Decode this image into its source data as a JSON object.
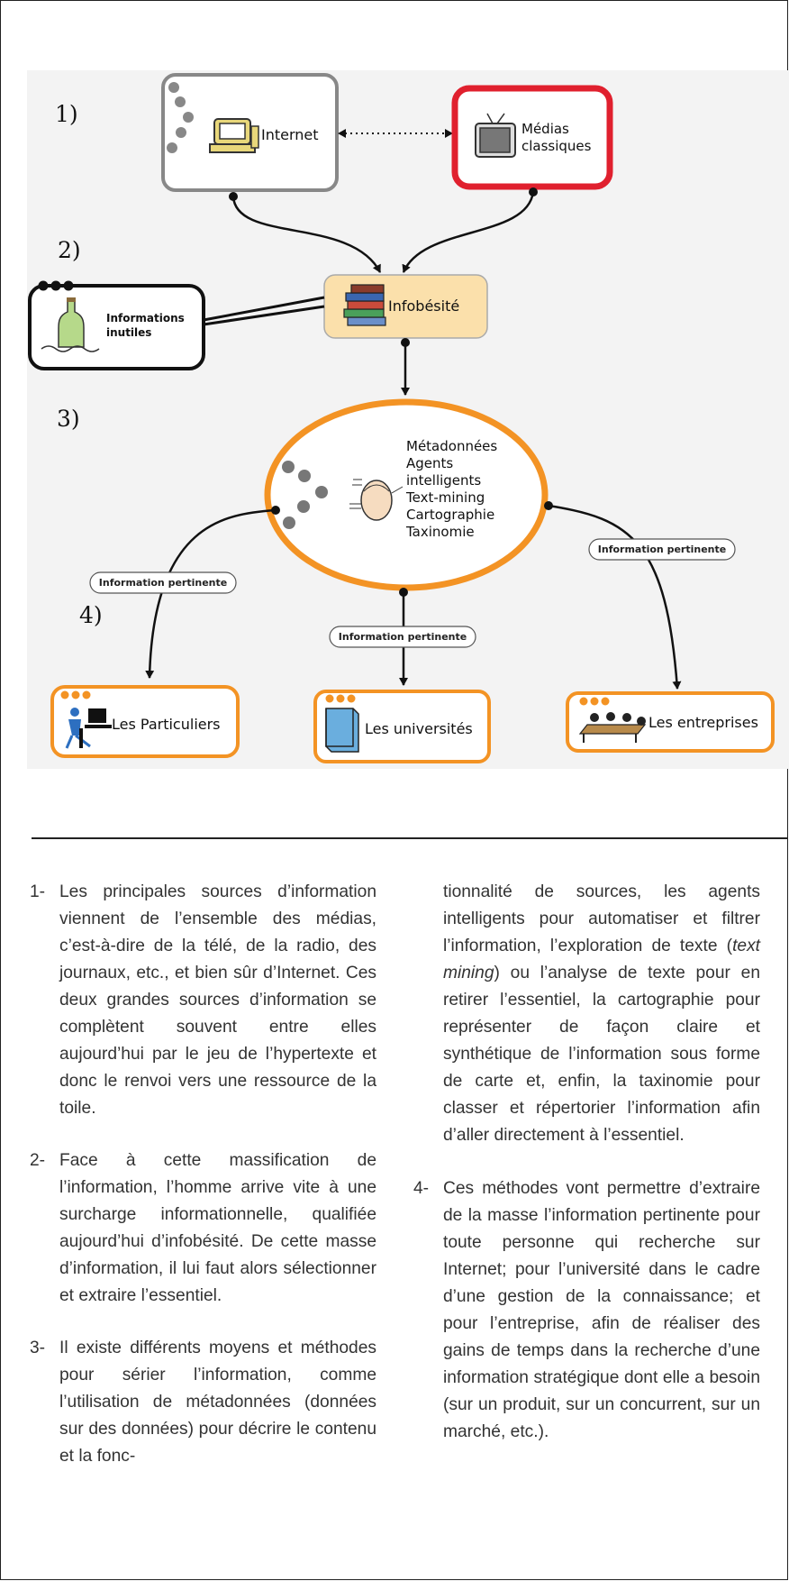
{
  "diagram": {
    "steps": [
      "1)",
      "2)",
      "3)",
      "4)"
    ],
    "nodes": {
      "internet": "Internet",
      "medias_line1": "Médias",
      "medias_line2": "classiques",
      "infobesite": "Infobésité",
      "inutiles_line1": "Informations",
      "inutiles_line2": "inutiles",
      "methods": [
        "Métadonnées",
        "Agents",
        "intelligents",
        "Text-mining",
        "Cartographie",
        "Taxinomie"
      ],
      "particuliers": "Les Particuliers",
      "universites": "Les universités",
      "entreprises": "Les entreprises"
    },
    "pills": [
      "Information pertinente",
      "Information pertinente",
      "Information pertinente"
    ],
    "colors": {
      "orange": "#f39324",
      "red": "#e0202e",
      "grey_border": "#888888",
      "infobesite_fill": "#fbe0ab"
    }
  },
  "text": {
    "item1_num": "1-",
    "item1": "Les principales sources d’information viennent de l’ensemble des médias, c’est-à-dire de la télé, de la radio, des journaux, etc., et bien sûr d’Internet. Ces deux grandes sources d’information se complètent souvent entre elles aujourd’hui par le jeu de l’hypertexte et donc le renvoi vers une ressource de la toile.",
    "item2_num": "2-",
    "item2": "Face à cette massification de l’information, l’homme arrive vite à une surcharge informationnelle, qualifiée aujourd’hui d’infobésité. De cette masse d’information, il lui faut alors sélectionner et extraire l’essentiel.",
    "item3_num": "3-",
    "item3": "Il existe différents moyens et méthodes pour sérier l’information, comme l’utilisation de métadonnées (données sur des données) pour décrire le contenu et la fonc-",
    "item3_cont_a": "tionnalité de sources, les agents intelligents pour automatiser et filtrer l’information, l’exploration de texte (",
    "item3_cont_em": "text mining",
    "item3_cont_b": ") ou l’analyse de texte pour en retirer l’essentiel, la cartographie pour représenter de façon claire et synthétique de l’information sous forme de carte et, enfin, la taxinomie pour classer et répertorier l’information afin d’aller directement à l’essentiel.",
    "item4_num": "4-",
    "item4": "Ces méthodes vont permettre d’extraire de la masse l’information pertinente pour toute personne qui recherche sur Internet; pour l’université dans le cadre d’une gestion de la connaissance; et pour l’entreprise, afin de réaliser des gains de temps dans la recherche d’une information stratégique dont elle a besoin (sur un produit, sur un concurrent, sur un marché, etc.)."
  }
}
